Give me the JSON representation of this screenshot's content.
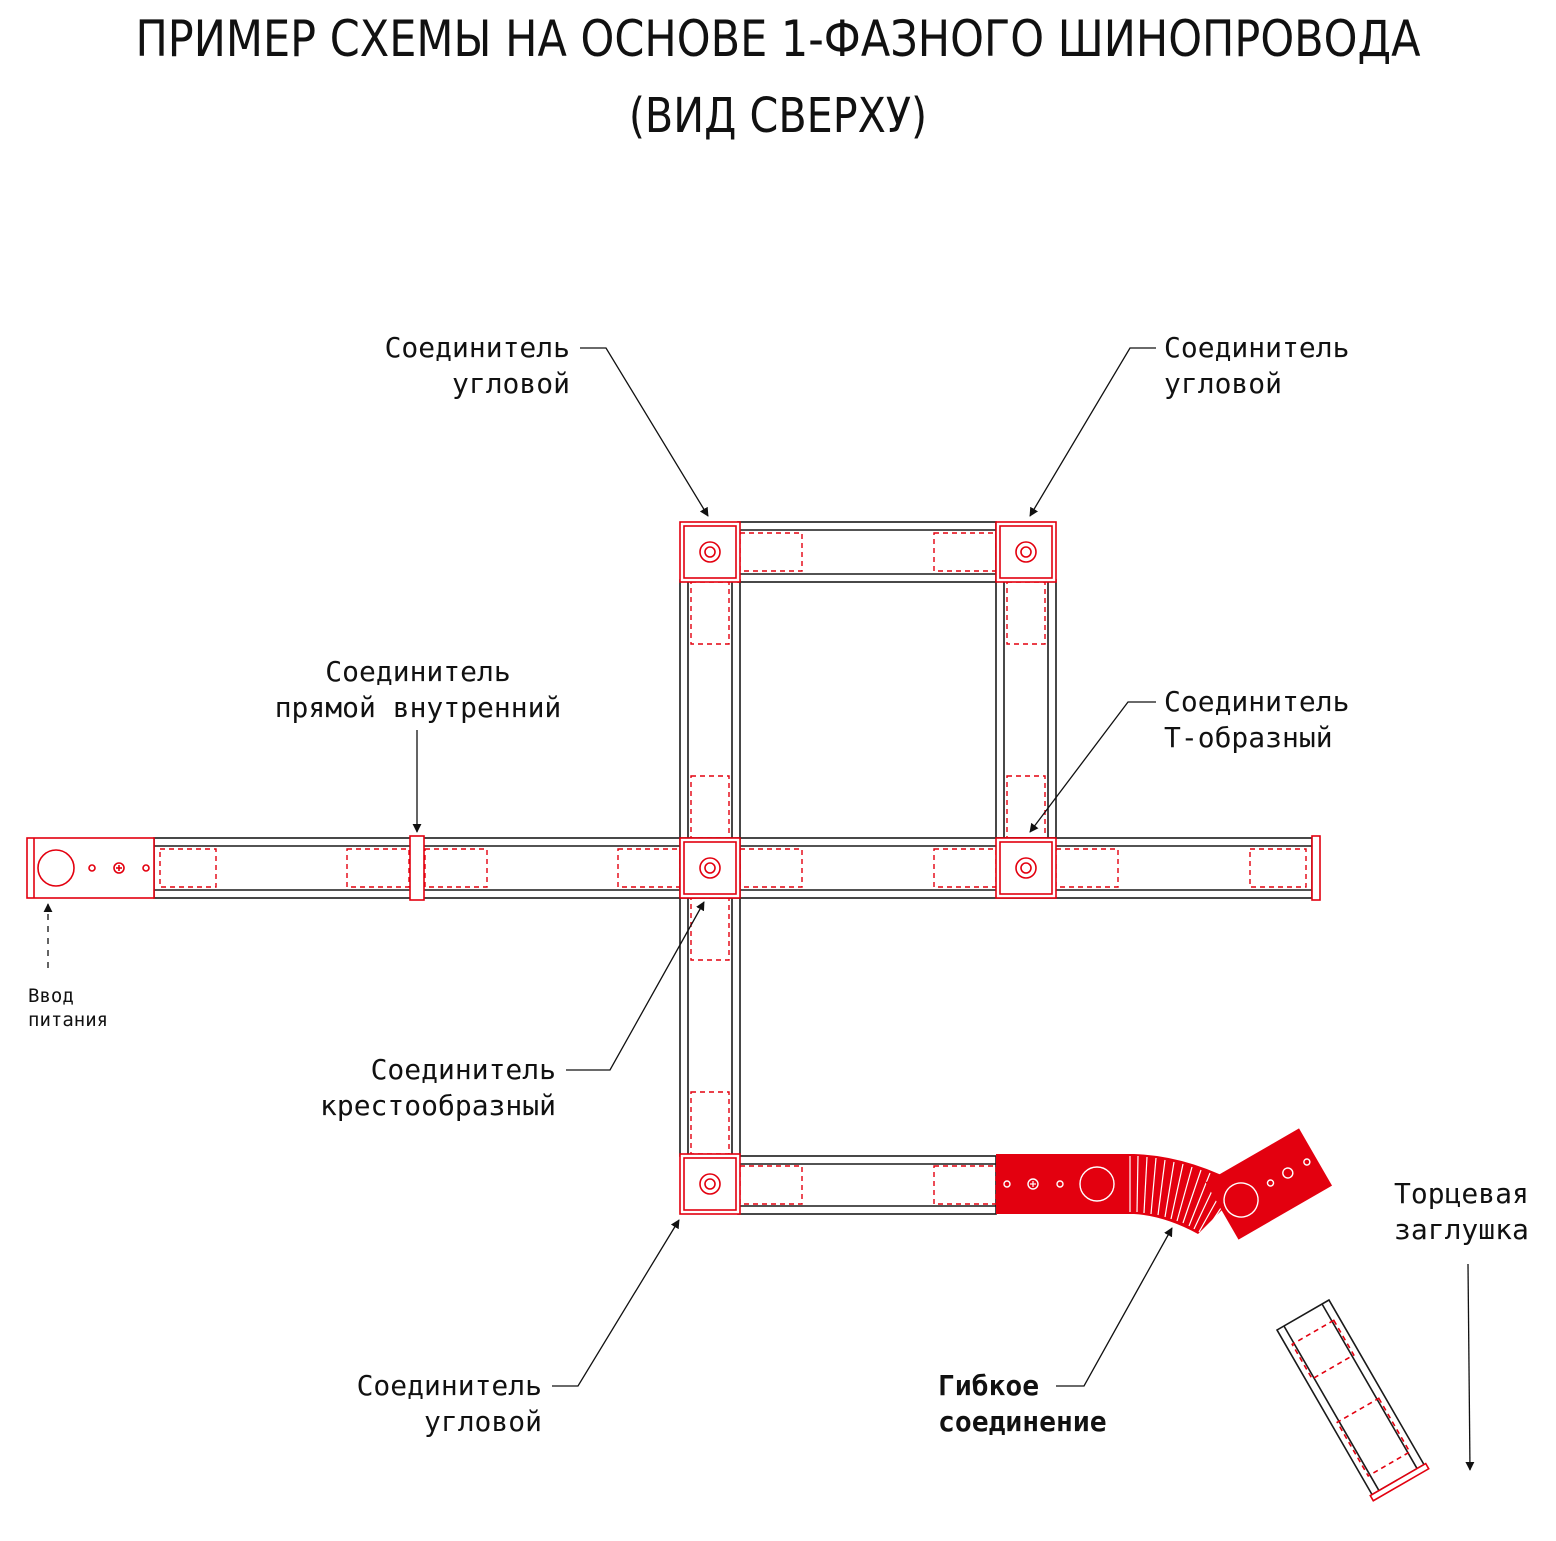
{
  "title": {
    "line1": "ПРИМЕР СХЕМЫ НА ОСНОВЕ 1-ФАЗНОГО ШИНОПРОВОДА",
    "line2": "(ВИД СВЕРХУ)"
  },
  "colors": {
    "accent": "#e3000f",
    "line": "#1a1a1a"
  },
  "labels": {
    "corner_top_left": {
      "line1": "Соединитель",
      "line2": "угловой"
    },
    "corner_top_right": {
      "line1": "Соединитель",
      "line2": "угловой"
    },
    "straight_inner": {
      "line1": "Соединитель",
      "line2": "прямой внутренний"
    },
    "t_shaped": {
      "line1": "Соединитель",
      "line2": "Т-образный"
    },
    "power_input": {
      "line1": "Ввод",
      "line2": "питания"
    },
    "cross": {
      "line1": "Соединитель",
      "line2": "крестообразный"
    },
    "corner_bottom": {
      "line1": "Соединитель",
      "line2": "угловой"
    },
    "flexible": {
      "line1": "Гибкое",
      "line2": "соединение"
    },
    "end_cap": {
      "line1": "Торцевая",
      "line2": "заглушка"
    }
  }
}
